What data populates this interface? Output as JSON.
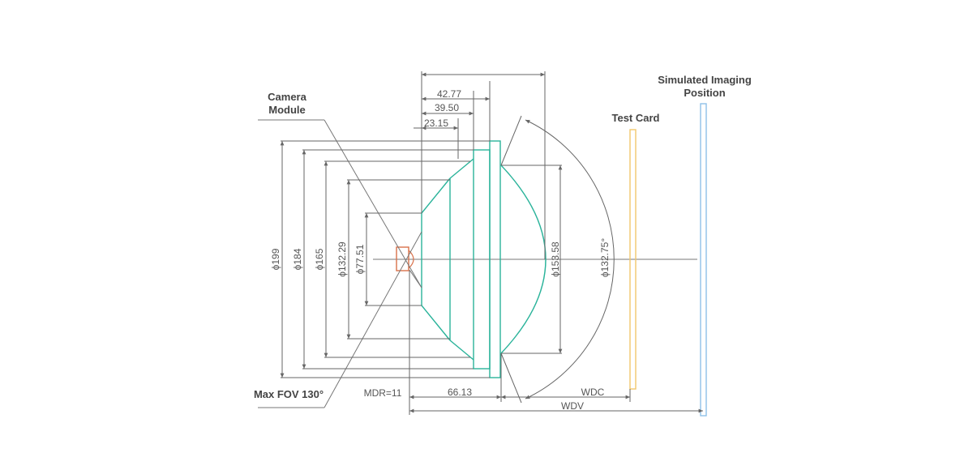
{
  "labels": {
    "camera_module": [
      "Camera",
      "Module"
    ],
    "max_fov": "Max FOV 130°",
    "test_card": "Test Card",
    "simulated_imaging": [
      "Simulated Imaging",
      "Position"
    ]
  },
  "dimensions": {
    "d199": "ϕ199",
    "d184": "ϕ184",
    "d165": "ϕ165",
    "d132_29": "ϕ132.29",
    "d77_51": "ϕ77.51",
    "d153_58": "ϕ153.58",
    "d132_75": "ϕ132.75°",
    "l42_77": "42.77",
    "l39_50": "39.50",
    "l23_15": "23.15",
    "mdr": "MDR=11",
    "l66_13": "66.13",
    "wdc": "WDC",
    "wdv": "WDV"
  },
  "colors": {
    "lens": "#2ab39a",
    "camera": "#d9714a",
    "test_card": "#f2c86b",
    "imaging": "#8fc0e8",
    "line": "#666666"
  }
}
